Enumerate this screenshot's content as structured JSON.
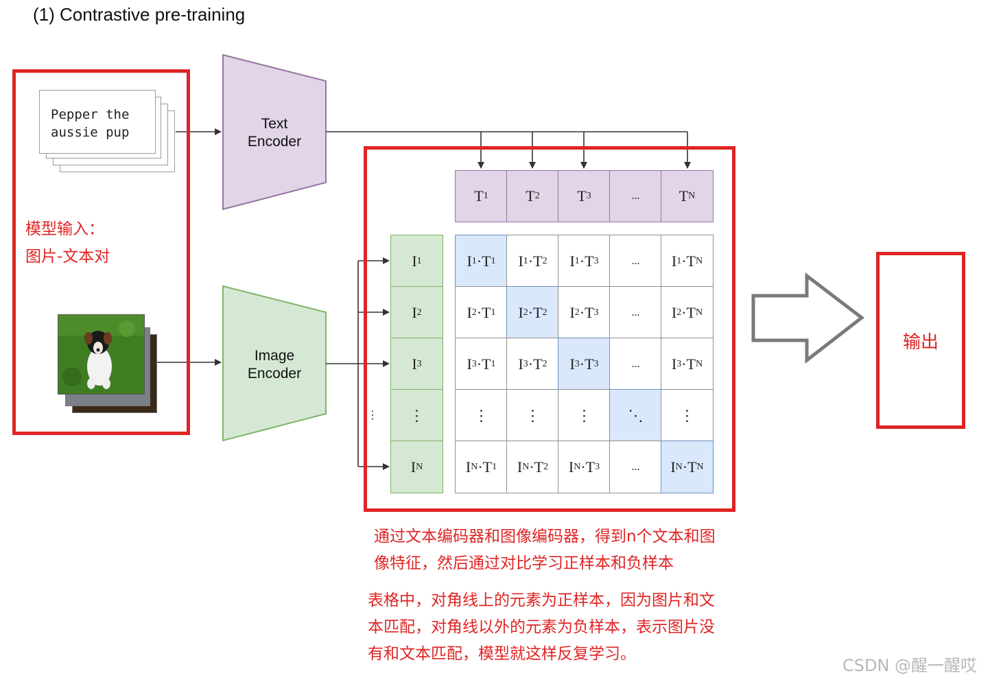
{
  "title": "(1) Contrastive pre-training",
  "input_box": {
    "label_line1": "模型输入：",
    "label_line2": "图片-文本对",
    "caption_line1": "Pepper the",
    "caption_line2": "aussie pup"
  },
  "text_encoder": {
    "line1": "Text",
    "line2": "Encoder"
  },
  "image_encoder": {
    "line1": "Image",
    "line2": "Encoder"
  },
  "text_features": [
    {
      "base": "T",
      "sub": "1"
    },
    {
      "base": "T",
      "sub": "2"
    },
    {
      "base": "T",
      "sub": "3"
    },
    {
      "base": "...",
      "sub": ""
    },
    {
      "base": "T",
      "sub": "N"
    }
  ],
  "image_features": [
    {
      "base": "I",
      "sub": "1"
    },
    {
      "base": "I",
      "sub": "2"
    },
    {
      "base": "I",
      "sub": "3"
    },
    {
      "base": "⋮",
      "sub": ""
    },
    {
      "base": "I",
      "sub": "N"
    }
  ],
  "matrix": [
    [
      "I1·T1",
      "I1·T2",
      "I1·T3",
      "...",
      "I1·TN"
    ],
    [
      "I2·T1",
      "I2·T2",
      "I2·T3",
      "...",
      "I2·TN"
    ],
    [
      "I3·T1",
      "I3·T2",
      "I3·T3",
      "...",
      "I3·TN"
    ],
    [
      "⋮",
      "⋮",
      "⋮",
      "⋱",
      "⋮"
    ],
    [
      "IN·T1",
      "IN·T2",
      "IN·T3",
      "...",
      "IN·TN"
    ]
  ],
  "output_label": "输出",
  "note1": {
    "line1": "通过文本编码器和图像编码器，得到n个文本和图",
    "line2": "像特征，然后通过对比学习正样本和负样本"
  },
  "note2": {
    "line1": "表格中，对角线上的元素为正样本，因为图片和文",
    "line2": "本匹配，对角线以外的元素为负样本，表示图片没",
    "line3": "有和文本匹配，模型就这样反复学习。"
  },
  "watermark": "CSDN @醒一醒哎",
  "colors": {
    "red": "#e02424",
    "text_feature_fill": "#e1d5e7",
    "image_feature_fill": "#d5e8d4",
    "diagonal_fill": "#dae8fc"
  }
}
